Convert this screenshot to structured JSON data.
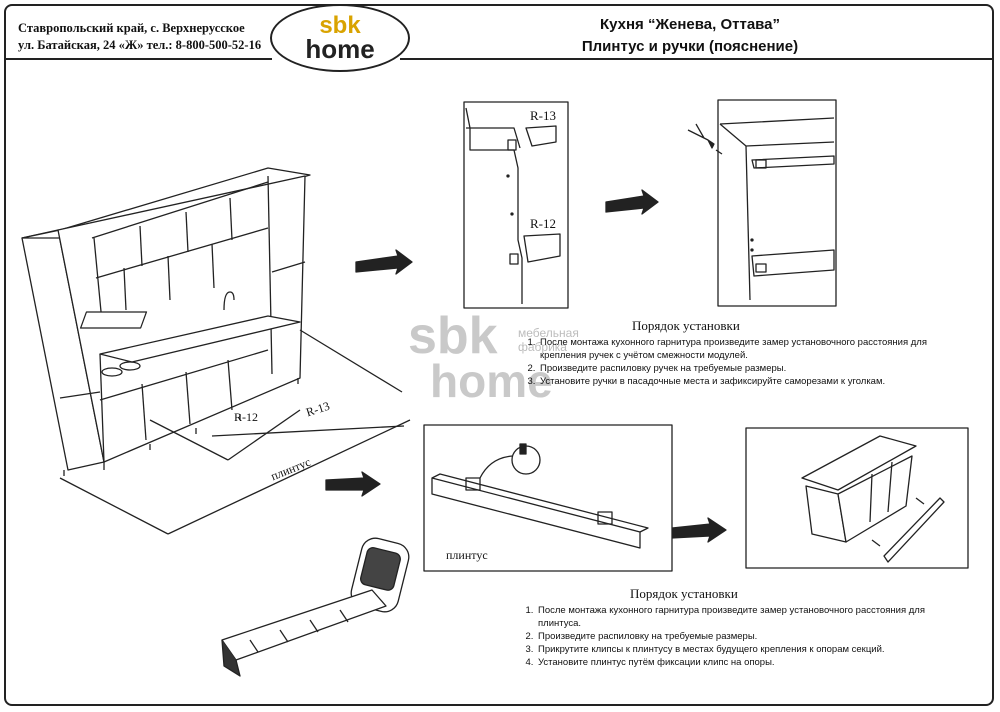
{
  "header": {
    "address_line1": "Ставропольский край, с. Верхнерусское",
    "address_line2": "ул. Батайская, 24 «Ж» тел.: 8-800-500-52-16",
    "logo_top": "sbk",
    "logo_bottom": "home",
    "title_line1": "Кухня “Женева, Оттава”",
    "title_line2": "Плинтус и ручки (пояснение)"
  },
  "watermark": {
    "line1": "sbk",
    "line2": "home",
    "caption": "мебельная фабрика"
  },
  "kitchen_drawing": {
    "label_r12": "R-12",
    "label_r13": "R-13",
    "label_plinth": "плинтус"
  },
  "handles_detail": {
    "label_r13": "R-13",
    "label_r12": "R-12"
  },
  "handles_instructions": {
    "title": "Порядок установки",
    "steps": [
      "После монтажа кухонного гарнитура произведите замер установочного расстояния для крепления ручек с учётом смежности модулей.",
      "Произведите распиловку ручек на требуемые размеры.",
      "Установите ручки в пасадочные места и зафиксируйте саморезами к уголкам."
    ]
  },
  "plinth_detail": {
    "label": "плинтус"
  },
  "plinth_instructions": {
    "title": "Порядок установки",
    "steps": [
      "После монтажа кухонного гарнитура произведите замер установочного расстояния для плинтуса.",
      "Произведите распиловку на требуемые размеры.",
      "Прикрутите клипсы к плинтусу в местах будущего крепления к опорам секций.",
      "Установите плинтус путём фиксации клипс на опоры."
    ]
  },
  "colors": {
    "line": "#222222",
    "logo_accent": "#d9a300",
    "watermark": "#c9c9c9"
  }
}
